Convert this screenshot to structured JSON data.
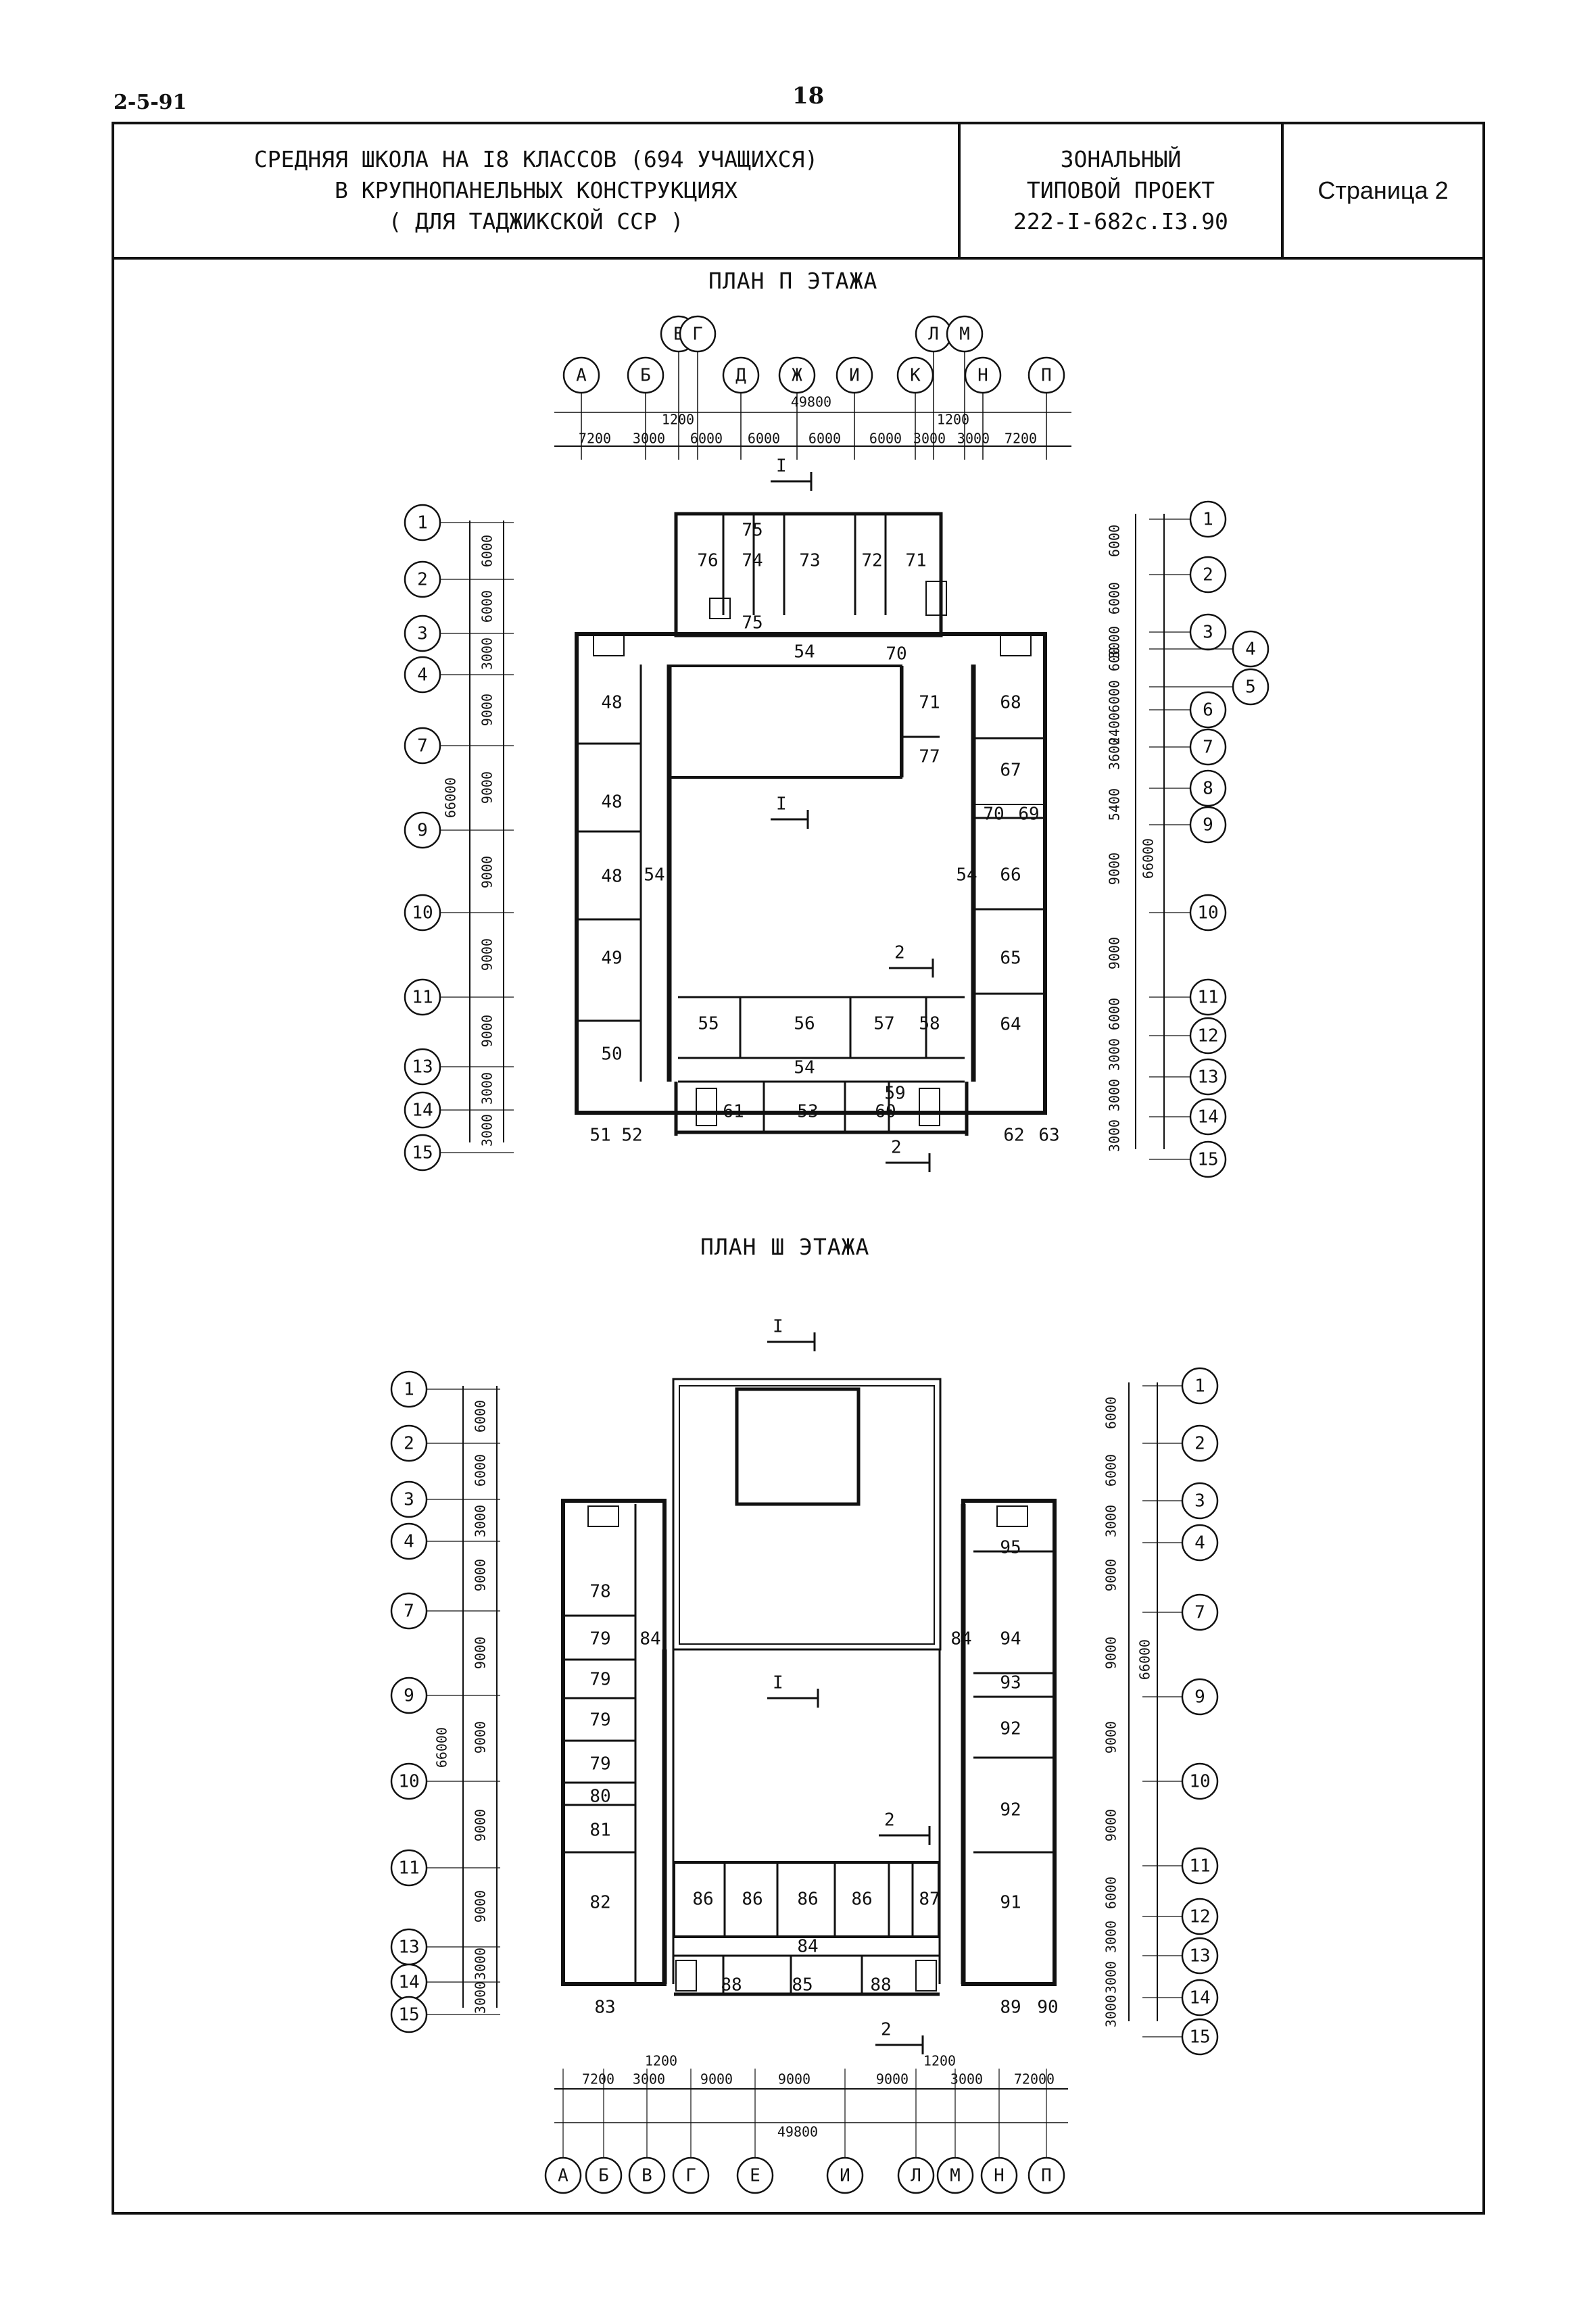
{
  "doc_code": "2-5-91",
  "page_number": "18",
  "header": {
    "title_lines": [
      "СРЕДНЯЯ ШКОЛА НА I8 КЛАССОВ (694 УЧАЩИХСЯ)",
      "В КРУПНОПАНЕЛЬНЫХ КОНСТРУКЦИЯХ",
      "( ДЛЯ ТАДЖИКСКОЙ ССР )"
    ],
    "project_lines": [
      "ЗОНАЛЬНЫЙ",
      "ТИПОВОЙ ПРОЕКТ",
      "222-I-682с.I3.90"
    ],
    "page_label": "Страница 2"
  },
  "plan2": {
    "title": "ПЛАН П ЭТАЖА",
    "top_axes": [
      "А",
      "Б",
      "В",
      "Г",
      "Д",
      "Ж",
      "И",
      "К",
      "Л",
      "М",
      "Н",
      "П"
    ],
    "top_dims": [
      "7200",
      "3000",
      "1200",
      "6000",
      "6000",
      "6000",
      "6000",
      "3000",
      "1200",
      "3000",
      "7200"
    ],
    "total_width": "49800",
    "left_axes": [
      "1",
      "2",
      "3",
      "4",
      "7",
      "9",
      "10",
      "11",
      "13",
      "14",
      "15"
    ],
    "right_axes": [
      "1",
      "2",
      "3",
      "4",
      "5",
      "6",
      "7",
      "8",
      "9",
      "10",
      "11",
      "12",
      "13",
      "14",
      "15"
    ],
    "left_dims": [
      "6000",
      "6000",
      "3000",
      "9000",
      "9000",
      "9000",
      "9000",
      "9000",
      "3000",
      "3000"
    ],
    "right_dims": [
      "6000",
      "6000",
      "3000",
      "600",
      "6000",
      "2400",
      "3600",
      "5400",
      "9000",
      "9000",
      "6000",
      "3000",
      "3000",
      "3000"
    ],
    "total_height": "66000",
    "rooms": [
      "76",
      "75",
      "74",
      "73",
      "72",
      "71",
      "75",
      "70",
      "54",
      "48",
      "48",
      "48",
      "49",
      "50",
      "51",
      "52",
      "71",
      "77",
      "68",
      "67",
      "70",
      "69",
      "66",
      "65",
      "64",
      "55",
      "56",
      "57",
      "58",
      "54",
      "61",
      "53",
      "60",
      "59",
      "62",
      "63",
      "54",
      "54"
    ],
    "section_marks": [
      "I",
      "I",
      "2",
      "2"
    ]
  },
  "plan3": {
    "title": "ПЛАН Ш ЭТАЖА",
    "bottom_axes": [
      "А",
      "Б",
      "В",
      "Г",
      "Е",
      "И",
      "Л",
      "М",
      "Н",
      "П"
    ],
    "bottom_dims": [
      "7200",
      "3000",
      "1200",
      "9000",
      "9000",
      "9000",
      "1200",
      "3000",
      "7200"
    ],
    "bottom_dims_display": [
      "7200",
      "3000",
      "9000",
      "9000",
      "3000",
      "72000"
    ],
    "dim_1200": "1200",
    "total_width": "49800",
    "left_axes": [
      "1",
      "2",
      "3",
      "4",
      "7",
      "9",
      "10",
      "11",
      "13",
      "14",
      "15"
    ],
    "right_axes": [
      "1",
      "2",
      "3",
      "4",
      "7",
      "9",
      "10",
      "11",
      "12",
      "13",
      "14",
      "15"
    ],
    "left_dims": [
      "6000",
      "6000",
      "3000",
      "9000",
      "9000",
      "9000",
      "9000",
      "9000",
      "3000",
      "3000"
    ],
    "right_dims": [
      "6000",
      "6000",
      "3000",
      "9000",
      "9000",
      "9000",
      "9000",
      "6000",
      "3000",
      "3000",
      "3000"
    ],
    "total_height": "66000",
    "rooms": [
      "78",
      "79",
      "79",
      "79",
      "79",
      "80",
      "81",
      "82",
      "83",
      "84",
      "84",
      "95",
      "94",
      "93",
      "92",
      "92",
      "91",
      "86",
      "86",
      "86",
      "86",
      "87",
      "84",
      "88",
      "85",
      "88",
      "89",
      "90"
    ],
    "section_marks": [
      "I",
      "I",
      "2",
      "2"
    ]
  }
}
